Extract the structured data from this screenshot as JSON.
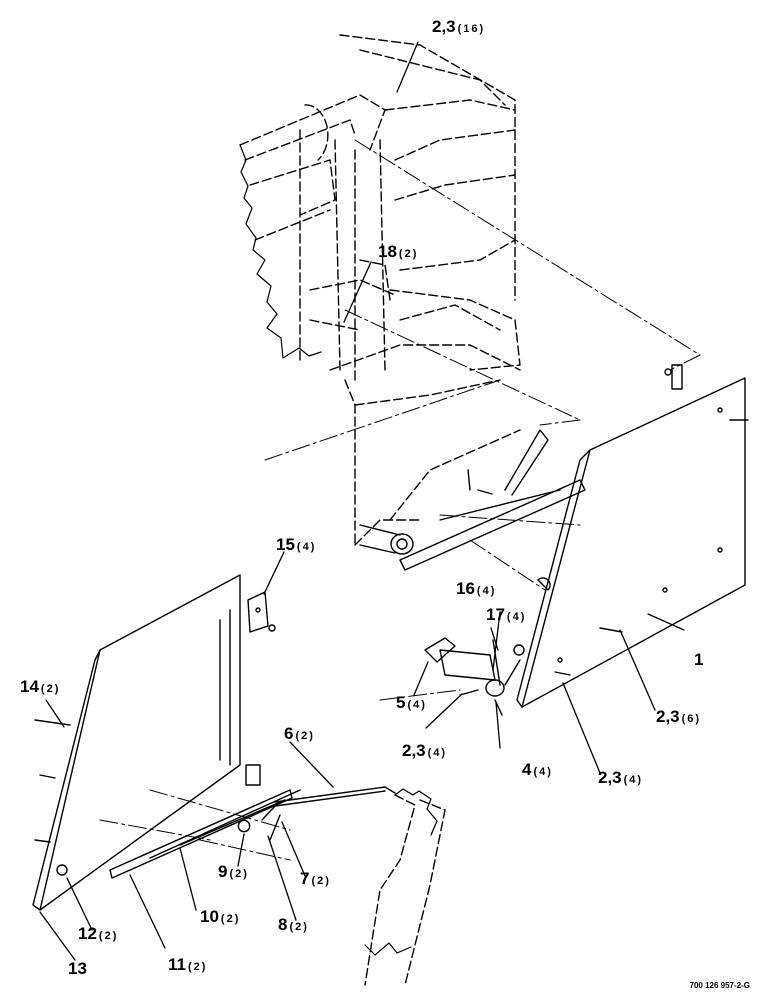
{
  "callouts": [
    {
      "id": "c1",
      "number": "2,3",
      "qty": "(16)"
    },
    {
      "id": "c2",
      "number": "18",
      "qty": "(2)"
    },
    {
      "id": "c3",
      "number": "15",
      "qty": "(4)"
    },
    {
      "id": "c4",
      "number": "16",
      "qty": "(4)"
    },
    {
      "id": "c5",
      "number": "17",
      "qty": "(4)"
    },
    {
      "id": "c6",
      "number": "1",
      "qty": ""
    },
    {
      "id": "c7",
      "number": "14",
      "qty": "(2)"
    },
    {
      "id": "c8",
      "number": "5",
      "qty": "(4)"
    },
    {
      "id": "c9",
      "number": "2,3",
      "qty": "(6)"
    },
    {
      "id": "c10",
      "number": "6",
      "qty": "(2)"
    },
    {
      "id": "c11",
      "number": "2,3",
      "qty": "(4)"
    },
    {
      "id": "c12",
      "number": "4",
      "qty": "(4)"
    },
    {
      "id": "c13",
      "number": "2,3",
      "qty": "(4)"
    },
    {
      "id": "c14",
      "number": "9",
      "qty": "(2)"
    },
    {
      "id": "c15",
      "number": "7",
      "qty": "(2)"
    },
    {
      "id": "c16",
      "number": "12",
      "qty": "(2)"
    },
    {
      "id": "c17",
      "number": "10",
      "qty": "(2)"
    },
    {
      "id": "c18",
      "number": "8",
      "qty": "(2)"
    },
    {
      "id": "c19",
      "number": "13",
      "qty": ""
    },
    {
      "id": "c20",
      "number": "11",
      "qty": "(2)"
    }
  ],
  "drawing_number": "700 126 957-2-G"
}
